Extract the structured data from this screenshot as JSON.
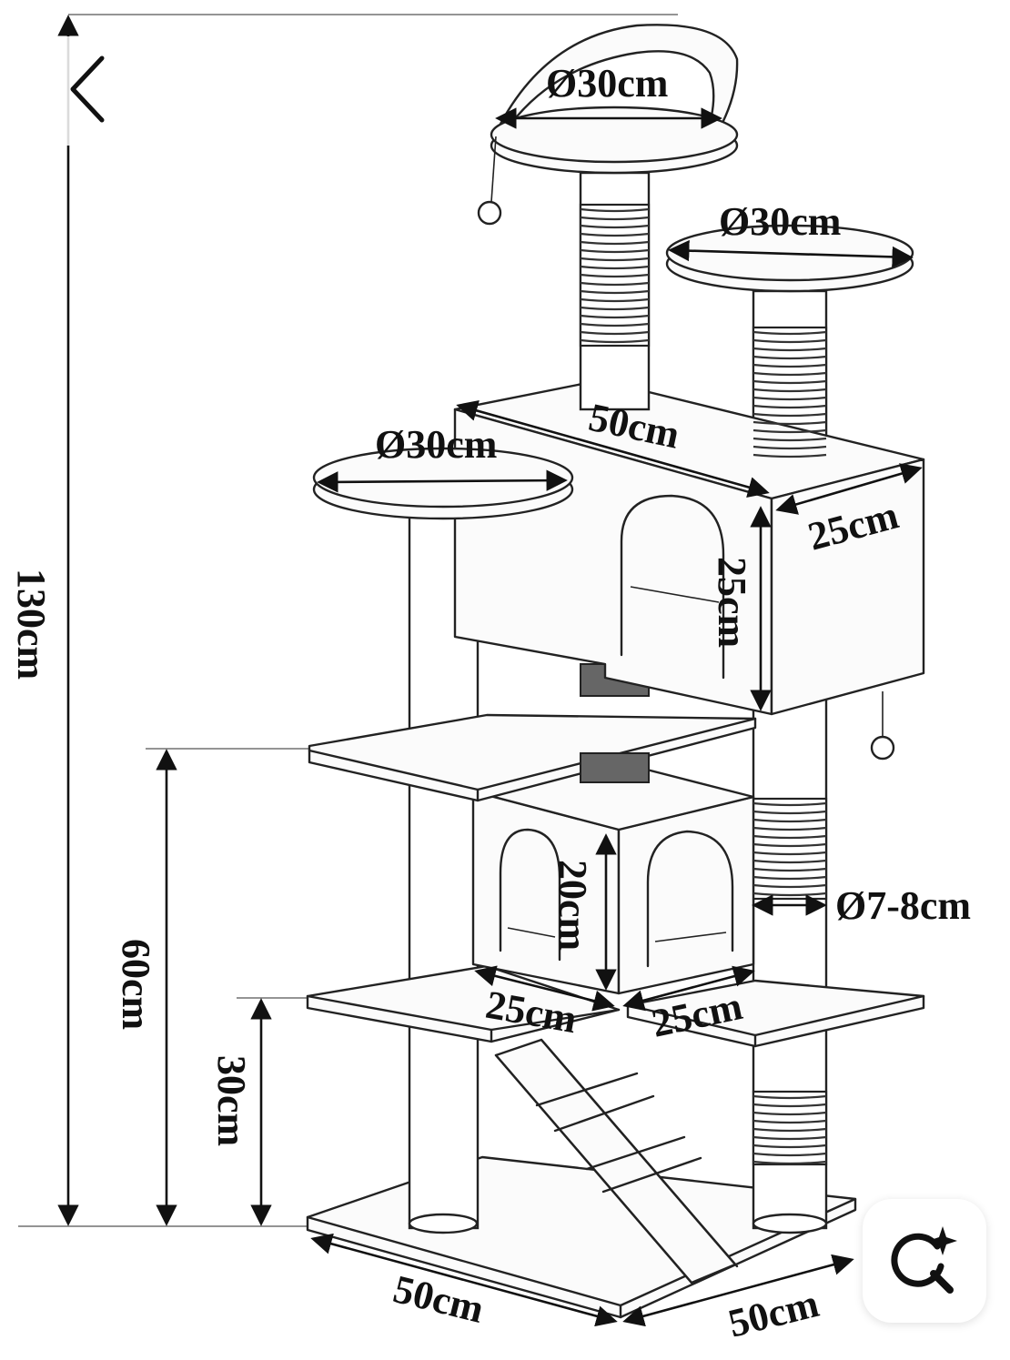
{
  "overlay": {
    "back_icon": "chevron-left-icon",
    "lens_icon": "visual-search-sparkle-icon"
  },
  "labels": {
    "top_platform_diameter": "Ø30cm",
    "right_platform_diameter": "Ø30cm",
    "left_platform_diameter": "Ø30cm",
    "box_length": "50cm",
    "box_width": "25cm",
    "box_height": "25cm",
    "total_height": "130cm",
    "middle_height": "60cm",
    "lower_height": "30cm",
    "small_box_height": "20cm",
    "small_box_width_left": "25cm",
    "small_box_width_right": "25cm",
    "post_diameter": "Ø7-8cm",
    "base_left": "50cm",
    "base_right": "50cm"
  }
}
